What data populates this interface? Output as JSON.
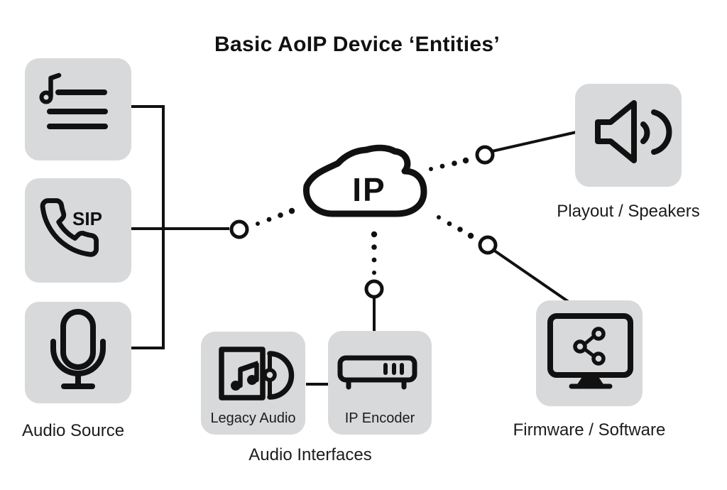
{
  "title": "Basic AoIP Device ‘Entities’",
  "cloud": {
    "label": "IP",
    "icon": "ip-cloud-icon"
  },
  "nodes": {
    "playlist": {
      "icon": "playlist-icon"
    },
    "sip": {
      "icon": "phone-icon",
      "text": "SIP"
    },
    "microphone": {
      "icon": "microphone-icon"
    },
    "legacy_audio": {
      "icon": "disc-music-icon",
      "label": "Legacy Audio"
    },
    "ip_encoder": {
      "icon": "encoder-device-icon",
      "label": "IP Encoder"
    },
    "playout": {
      "icon": "speaker-icon",
      "label": "Playout / Speakers"
    },
    "firmware": {
      "icon": "monitor-share-icon",
      "label": "Firmware / Software"
    }
  },
  "group_labels": {
    "audio_source": "Audio Source",
    "audio_interfaces": "Audio Interfaces"
  },
  "colors": {
    "background": "#ffffff",
    "box_fill": "#d8d9db",
    "line": "#111111",
    "text": "#1c1c1c"
  }
}
